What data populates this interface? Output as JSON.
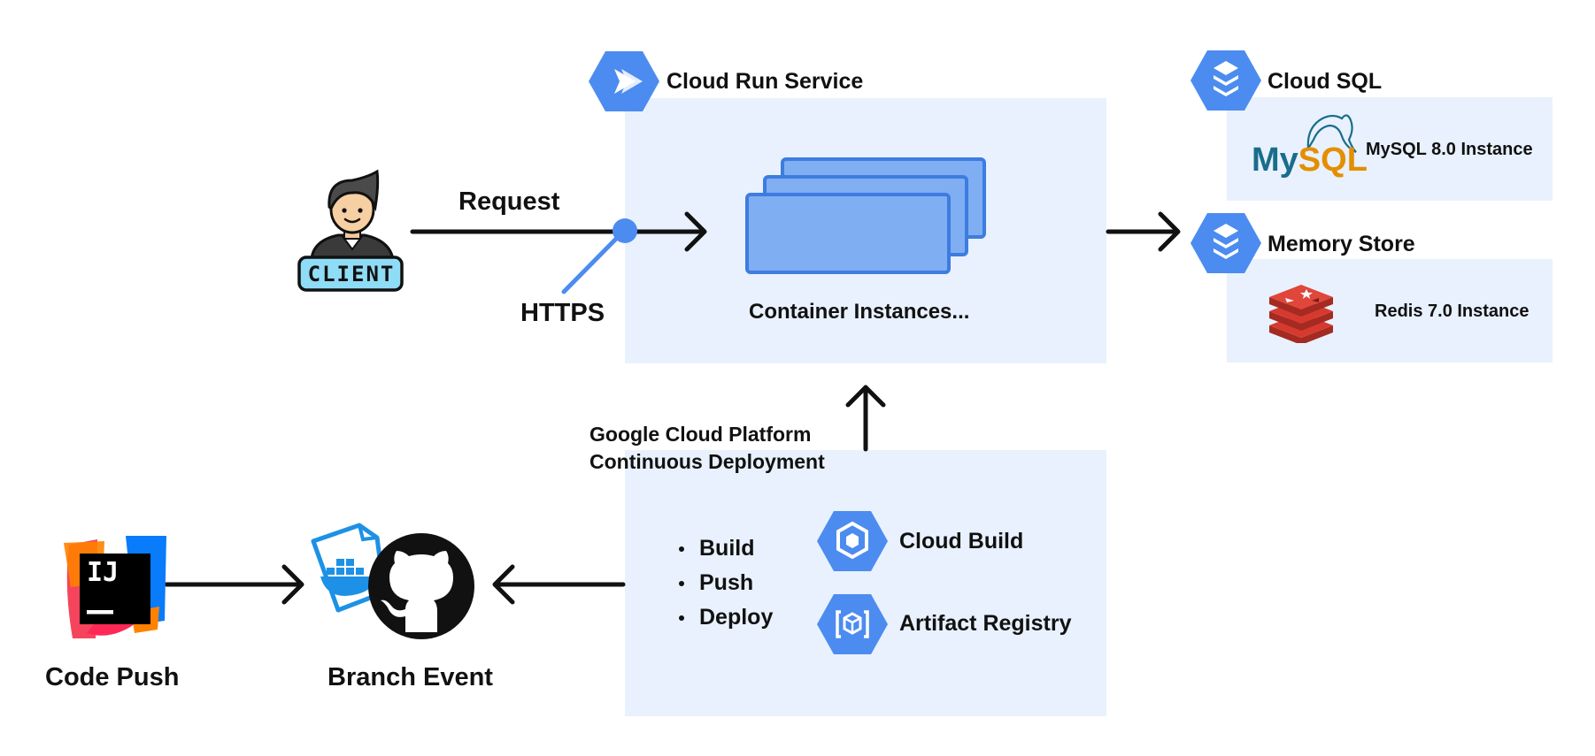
{
  "cloud_run": {
    "title": "Cloud Run Service",
    "caption": "Container Instances..."
  },
  "client": {
    "badge": "CLIENT"
  },
  "request": {
    "label": "Request",
    "protocol": "HTTPS"
  },
  "cloud_sql": {
    "title": "Cloud SQL",
    "logo_text": "MySQL",
    "instance": "MySQL 8.0 Instance"
  },
  "memory_store": {
    "title": "Memory Store",
    "instance": "Redis 7.0 Instance"
  },
  "gcp_cd": {
    "title_line1": "Google Cloud Platform",
    "title_line2": "Continuous Deployment",
    "steps": [
      "Build",
      "Push",
      "Deploy"
    ],
    "cloud_build": "Cloud Build",
    "artifact_registry": "Artifact Registry"
  },
  "code_push": {
    "label": "Code Push",
    "ide_text": "IJ"
  },
  "branch_event": {
    "label": "Branch Event"
  },
  "colors": {
    "panel": "#e8f1fd",
    "gcp_blue": "#4c8cf0",
    "container_fill": "#80aef2",
    "container_stroke": "#3d7ce0",
    "arrow": "#111111",
    "redis_red": "#d63a2f",
    "mysql_blue": "#1a6d8a",
    "mysql_orange": "#e48e00"
  }
}
